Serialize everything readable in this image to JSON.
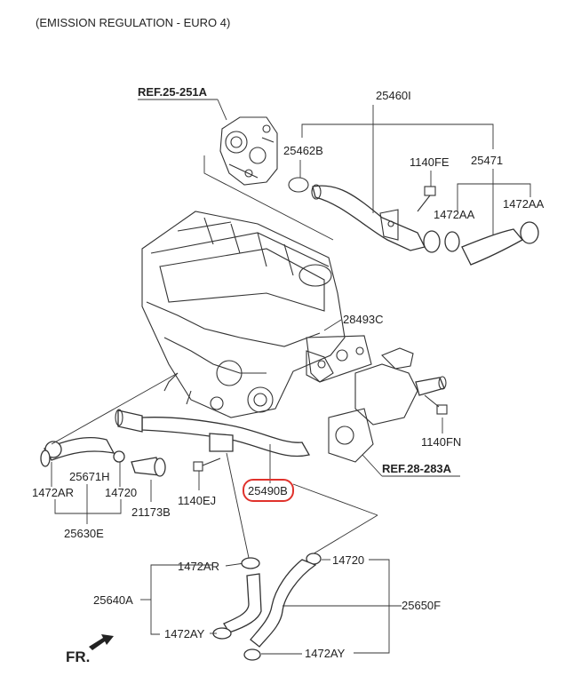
{
  "header": {
    "text": "(EMISSION REGULATION - EURO 4)"
  },
  "refs": {
    "ref_25_251a": "REF.25-251A",
    "ref_28_283a": "REF.28-283A"
  },
  "labels": {
    "p25460i": "25460I",
    "p25462b": "25462B",
    "p1140fe": "1140FE",
    "p25471": "25471",
    "p1472aa_left": "1472AA",
    "p1472aa_right": "1472AA",
    "p28493c": "28493C",
    "p1140fn": "1140FN",
    "p25490b": "25490B",
    "p1140ej": "1140EJ",
    "p25671h": "25671H",
    "p1472ar_left": "1472AR",
    "p14720_left": "14720",
    "p21173b": "21173B",
    "p25630e": "25630E",
    "p1472ar_lower": "1472AR",
    "p14720_lower": "14720",
    "p25640a": "25640A",
    "p25650f": "25650F",
    "p1472ay_left": "1472AY",
    "p1472ay_right": "1472AY"
  },
  "highlight_color": "#e0322c",
  "direction": {
    "fr": "FR."
  }
}
